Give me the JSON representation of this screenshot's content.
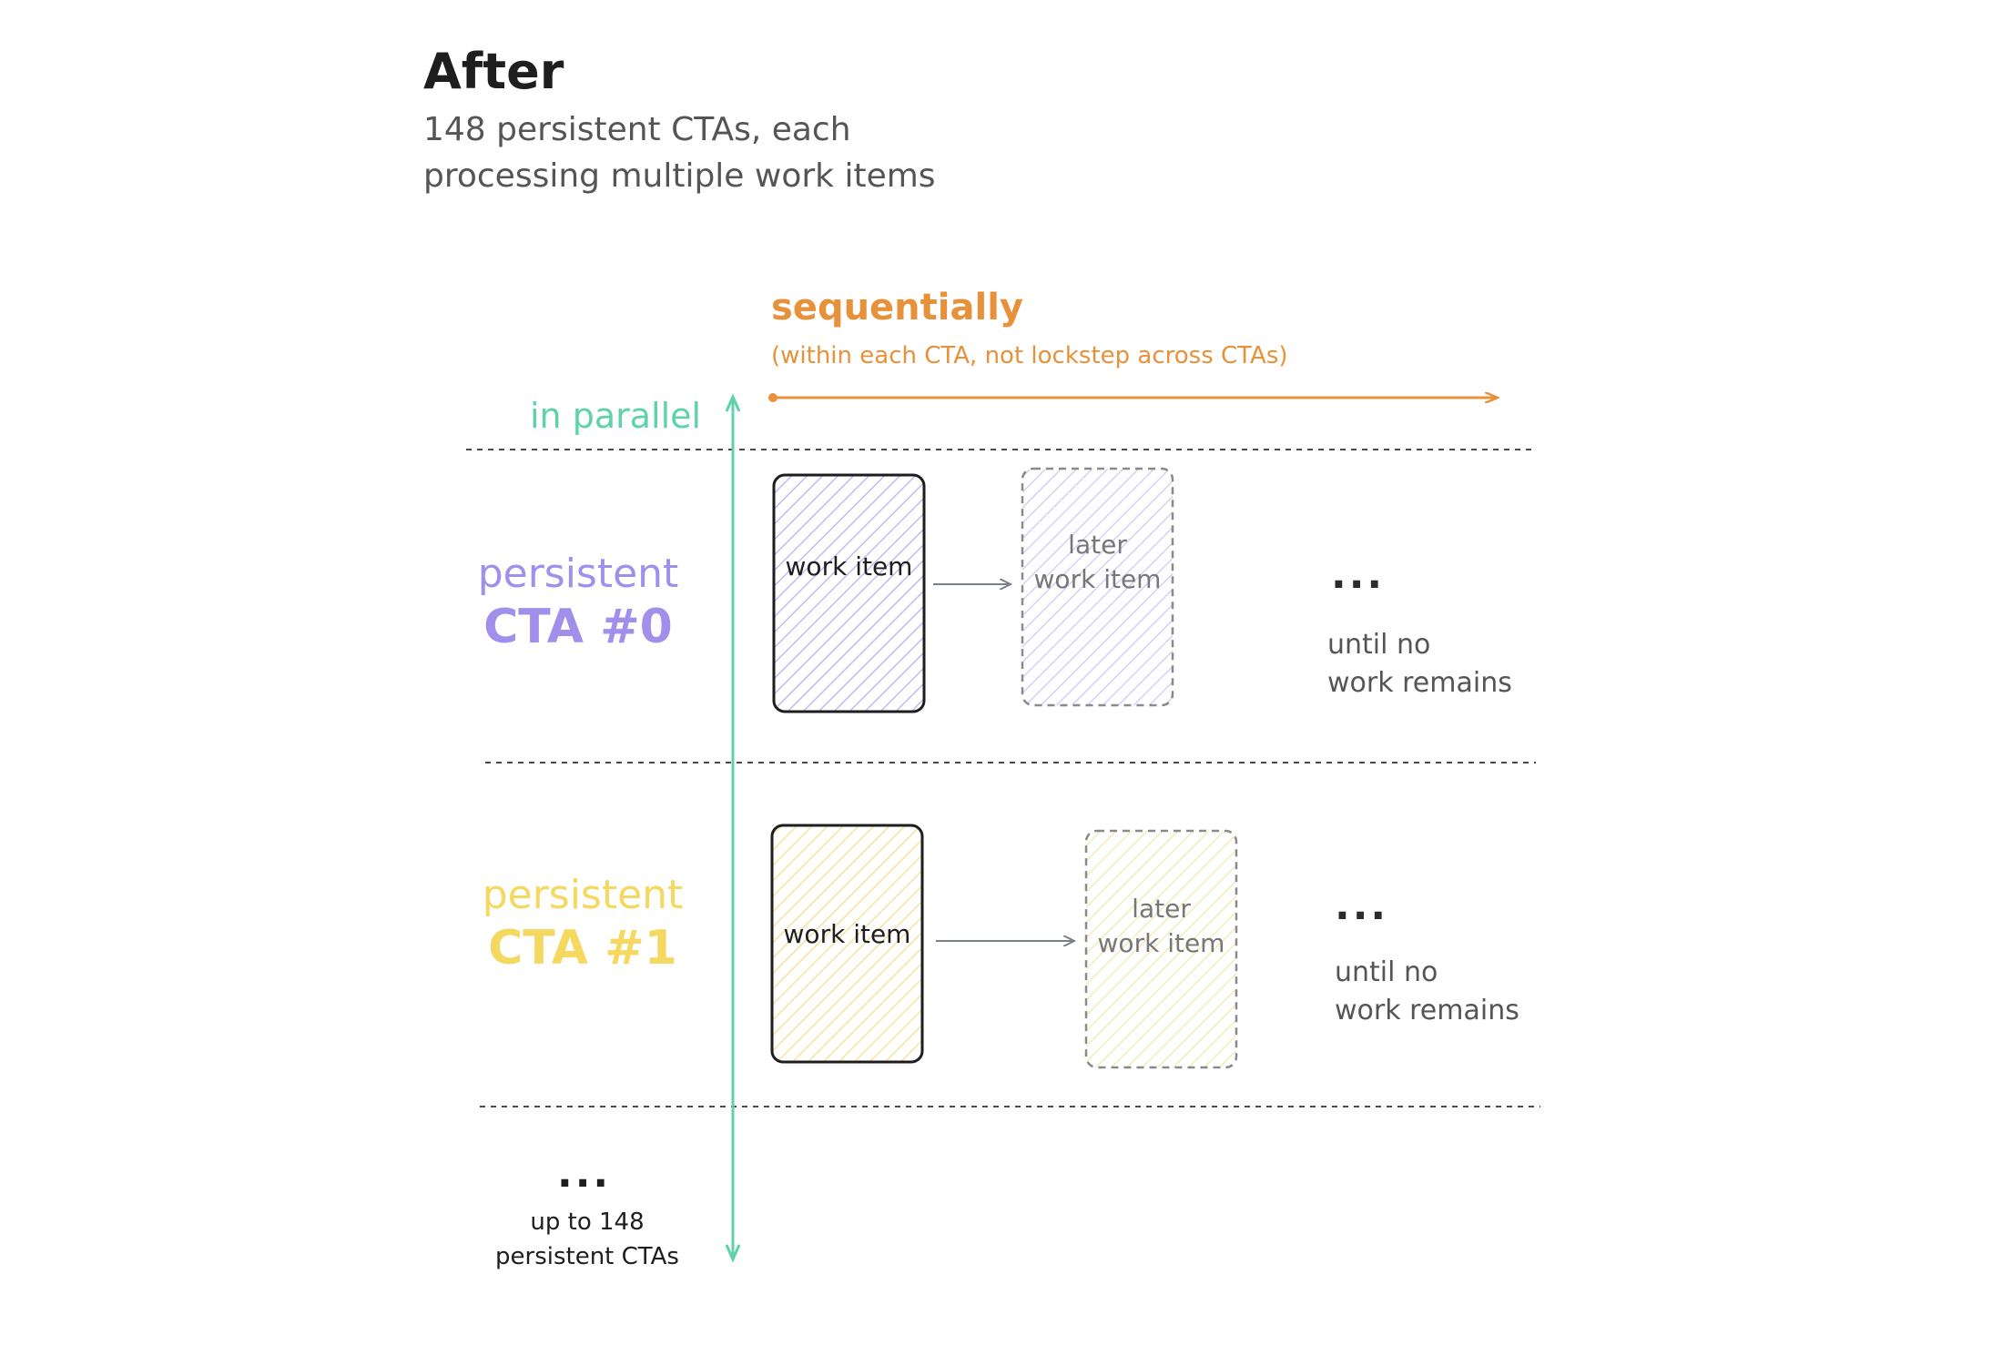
{
  "title": "After",
  "subtitle": [
    "148 persistent CTAs, each",
    "processing multiple work items"
  ],
  "axes": {
    "sequential": {
      "label": "sequentially",
      "note": "(within each CTA, not lockstep across CTAs)"
    },
    "parallel": {
      "label": "in parallel"
    }
  },
  "rows": [
    {
      "label": [
        "persistent",
        "CTA #0"
      ],
      "work_item": "work item",
      "later_item": [
        "later",
        "work item"
      ],
      "ellipsis": "...",
      "until": [
        "until no",
        "work remains"
      ]
    },
    {
      "label": [
        "persistent",
        "CTA #1"
      ],
      "work_item": "work item",
      "later_item": [
        "later",
        "work item"
      ],
      "ellipsis": "...",
      "until": [
        "until no",
        "work remains"
      ]
    }
  ],
  "more": {
    "ellipsis": "...",
    "label": [
      "up to 148",
      "persistent CTAs"
    ]
  },
  "colors": {
    "sequential": "#e7913a",
    "parallel": "#5fd3a7",
    "cta0": "#a090ec",
    "cta1": "#f4d860",
    "box_border": "#1e1e1e",
    "dashed_border": "#8a8a8a",
    "text_dark": "#1e1e1e",
    "text_gray": "#555555"
  }
}
